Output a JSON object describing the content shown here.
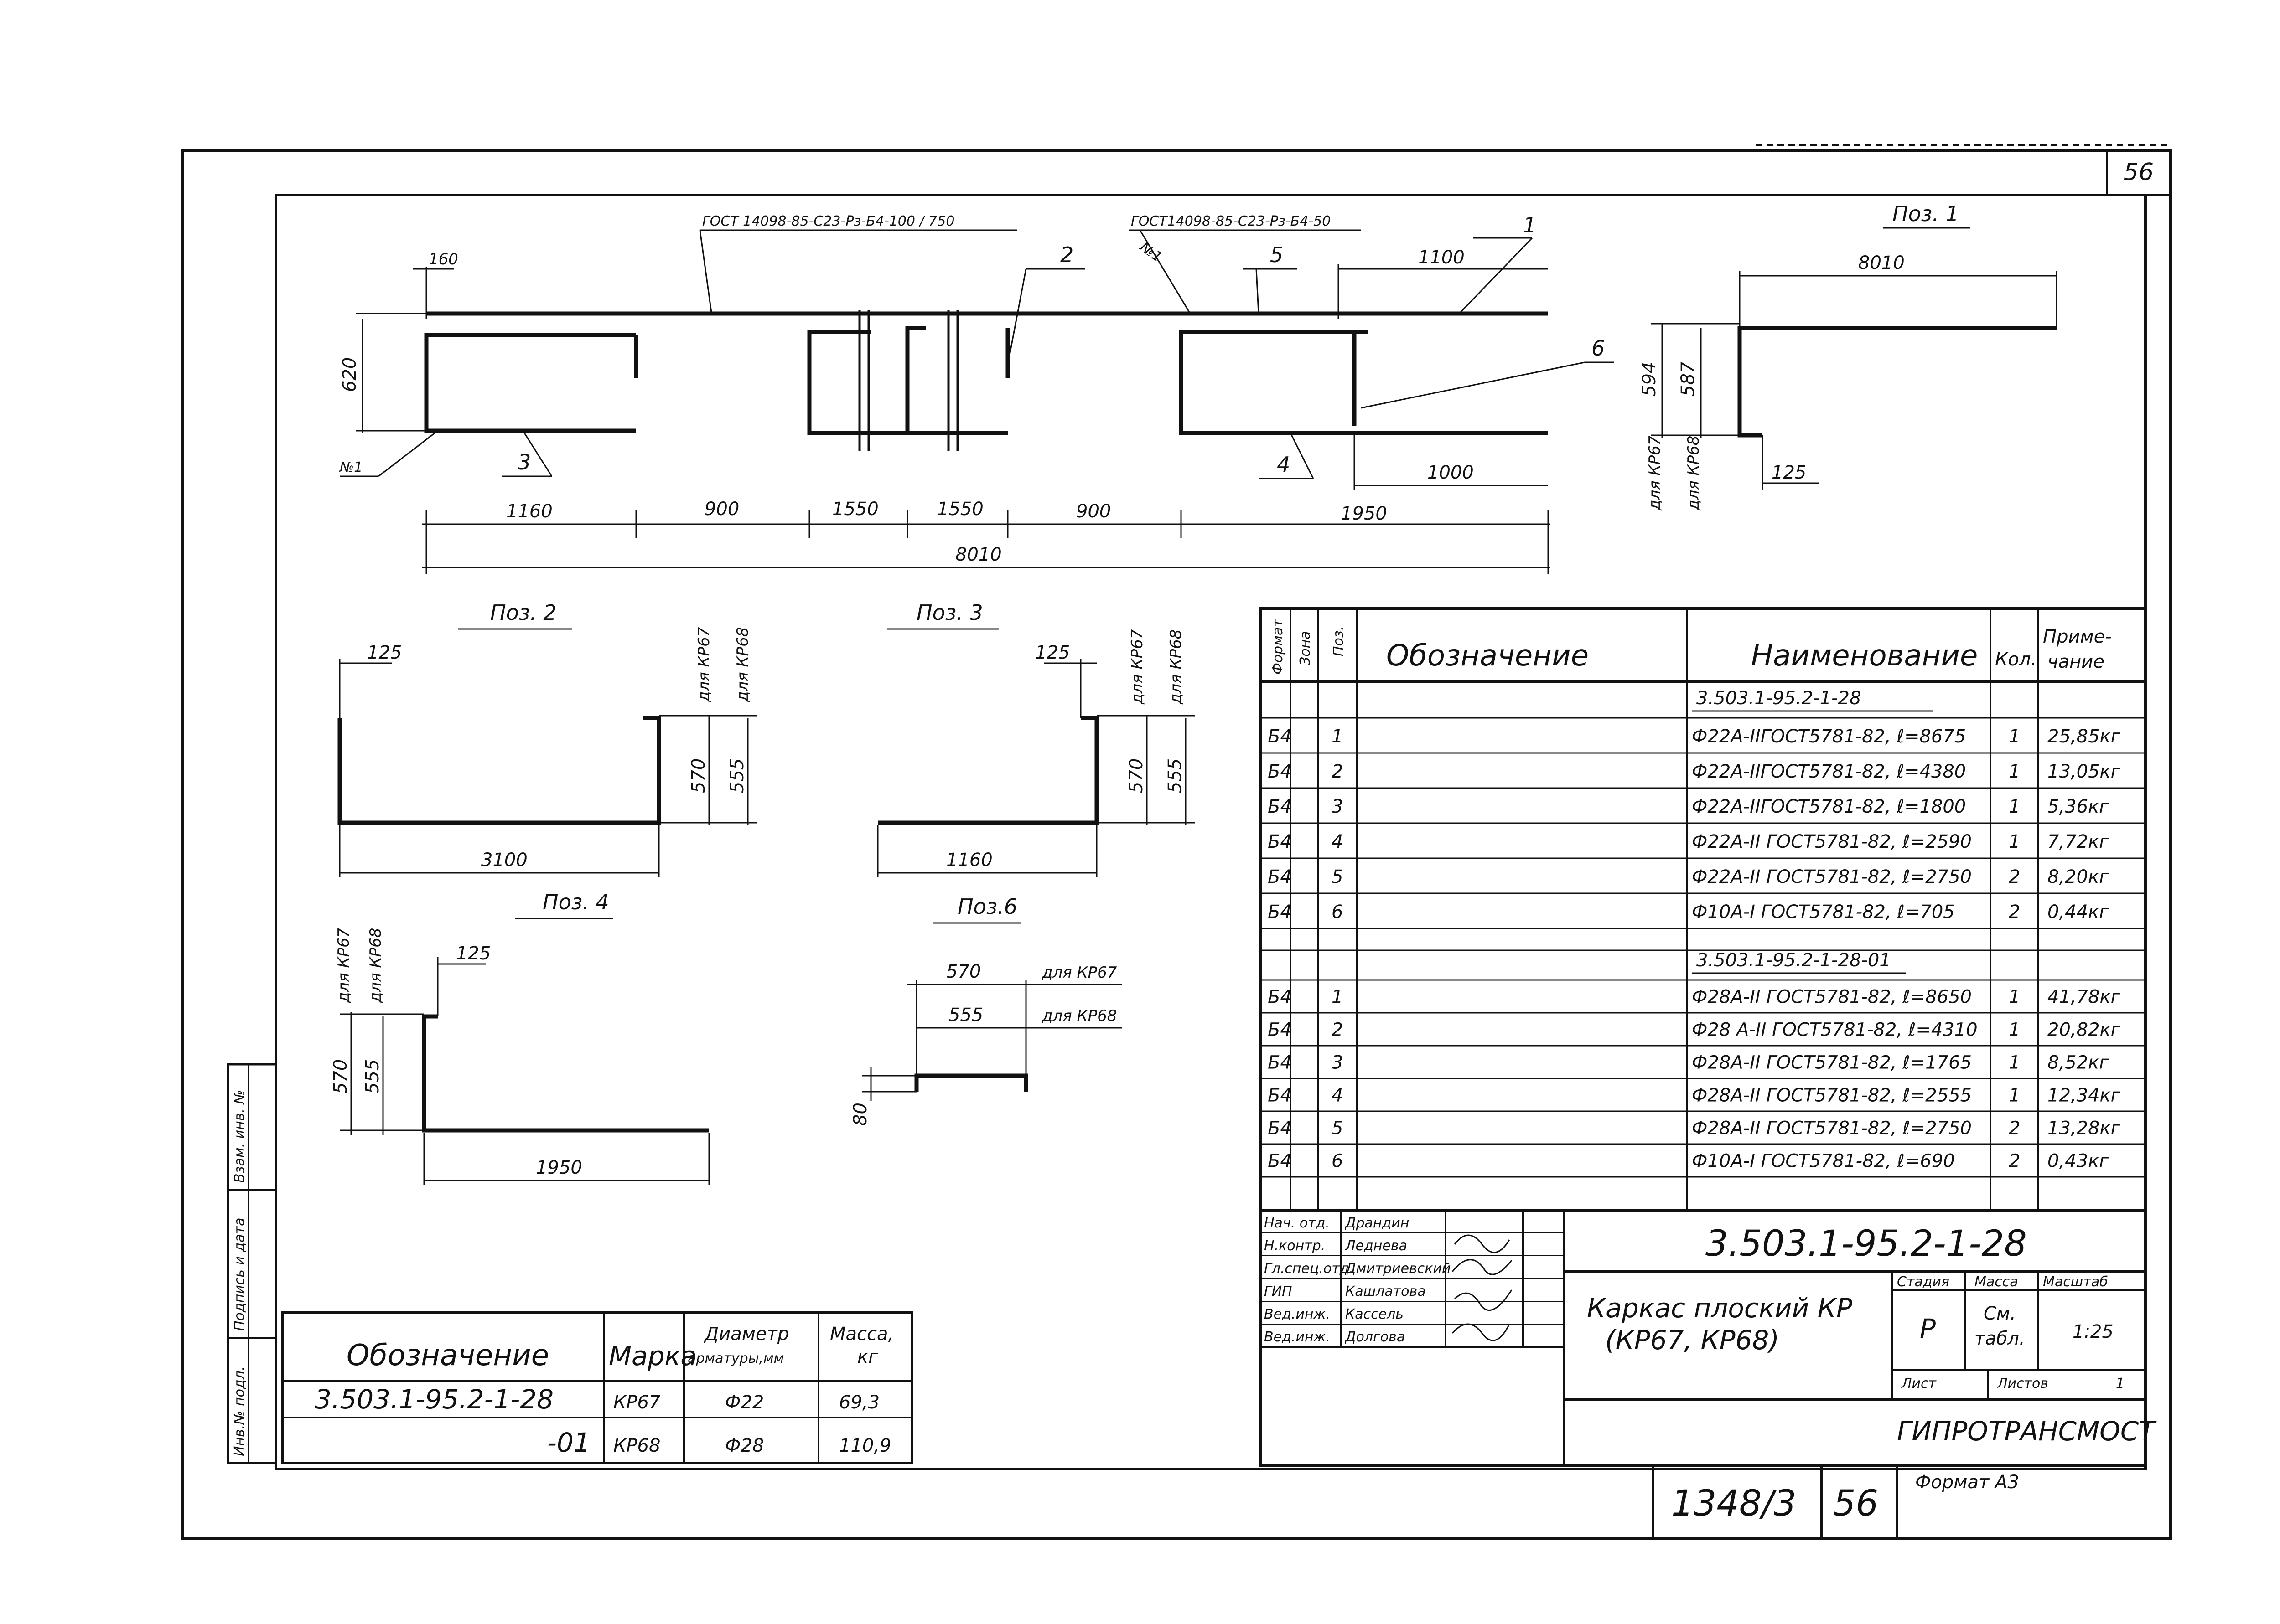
{
  "sheet": {
    "corner_number": "56",
    "bottom_doc": "1348/3",
    "bottom_sheet": "56",
    "format": "Формат А3"
  },
  "callouts": {
    "gost_left": "ГОСТ 14098-85-С23-Рз-Б4-100 / 750",
    "gost_right": "ГОСТ14098-85-С23-Рз-Б4-50",
    "n1_top": "№1",
    "n1_left": "№1",
    "pos1": "1",
    "pos2": "2",
    "pos3": "3",
    "pos4": "4",
    "pos5": "5",
    "pos6": "6"
  },
  "main_view": {
    "dims": {
      "d160": "160",
      "d620": "620",
      "d1100": "1100",
      "d1000": "1000",
      "d1160": "1160",
      "d900a": "900",
      "d1550a": "1550",
      "d1550b": "1550",
      "d900b": "900",
      "d1950": "1950",
      "d8010": "8010"
    }
  },
  "pos1_view": {
    "title": "Поз. 1",
    "d8010": "8010",
    "d594": "594",
    "d587": "587",
    "d125": "125",
    "for67": "для КР67",
    "for68": "для КР68"
  },
  "pos2_view": {
    "title": "Поз. 2",
    "d125": "125",
    "d570": "570",
    "d555": "555",
    "d3100": "3100",
    "for67": "для КР67",
    "for68": "для КР68"
  },
  "pos3_view": {
    "title": "Поз. 3",
    "d125": "125",
    "d570": "570",
    "d555": "555",
    "d1160": "1160",
    "for67": "для КР67",
    "for68": "для КР68"
  },
  "pos4_view": {
    "title": "Поз. 4",
    "d125": "125",
    "d570": "570",
    "d555": "555",
    "d1950": "1950",
    "for67": "для КР67",
    "for68": "для КР68"
  },
  "pos6_view": {
    "title": "Поз.6",
    "d570": "570",
    "d555": "555",
    "d80": "80",
    "for67": "для КР67",
    "for68": "для КР68"
  },
  "spec_table": {
    "headers": {
      "format": "Формат",
      "zone": "Зона",
      "pos": "Поз.",
      "designation": "Обозначение",
      "name": "Наименование",
      "qty": "Кол.",
      "note_1": "Приме-",
      "note_2": "чание"
    },
    "group1_title": "3.503.1-95.2-1-28",
    "group1_rows": [
      {
        "format": "Б4",
        "pos": "1",
        "name": "Ф22А-IIГОСТ5781-82, ℓ=8675",
        "qty": "1",
        "note": "25,85кг"
      },
      {
        "format": "Б4",
        "pos": "2",
        "name": "Ф22А-IIГОСТ5781-82, ℓ=4380",
        "qty": "1",
        "note": "13,05кг"
      },
      {
        "format": "Б4",
        "pos": "3",
        "name": "Ф22А-IIГОСТ5781-82, ℓ=1800",
        "qty": "1",
        "note": "5,36кг"
      },
      {
        "format": "Б4",
        "pos": "4",
        "name": "Ф22А-II ГОСТ5781-82, ℓ=2590",
        "qty": "1",
        "note": "7,72кг"
      },
      {
        "format": "Б4",
        "pos": "5",
        "name": "Ф22А-II ГОСТ5781-82, ℓ=2750",
        "qty": "2",
        "note": "8,20кг"
      },
      {
        "format": "Б4",
        "pos": "6",
        "name": "Ф10А-I ГОСТ5781-82, ℓ=705",
        "qty": "2",
        "note": "0,44кг"
      }
    ],
    "group2_title": "3.503.1-95.2-1-28-01",
    "group2_rows": [
      {
        "format": "Б4",
        "pos": "1",
        "name": "Ф28А-II ГОСТ5781-82, ℓ=8650",
        "qty": "1",
        "note": "41,78кг"
      },
      {
        "format": "Б4",
        "pos": "2",
        "name": "Ф28 А-II ГОСТ5781-82, ℓ=4310",
        "qty": "1",
        "note": "20,82кг"
      },
      {
        "format": "Б4",
        "pos": "3",
        "name": "Ф28А-II ГОСТ5781-82, ℓ=1765",
        "qty": "1",
        "note": "8,52кг"
      },
      {
        "format": "Б4",
        "pos": "4",
        "name": "Ф28А-II ГОСТ5781-82, ℓ=2555",
        "qty": "1",
        "note": "12,34кг"
      },
      {
        "format": "Б4",
        "pos": "5",
        "name": "Ф28А-II ГОСТ5781-82, ℓ=2750",
        "qty": "2",
        "note": "13,28кг"
      },
      {
        "format": "Б4",
        "pos": "6",
        "name": "Ф10А-I ГОСТ5781-82, ℓ=690",
        "qty": "2",
        "note": "0,43кг"
      }
    ]
  },
  "title_block": {
    "roles": [
      {
        "role": "Нач. отд.",
        "name": "Драндин"
      },
      {
        "role": "Н.контр.",
        "name": "Леднева"
      },
      {
        "role": "Гл.спец.отд.",
        "name": "Дмитриевский"
      },
      {
        "role": "ГИП",
        "name": "Кашлатова"
      },
      {
        "role": "Вед.инж.",
        "name": "Кассель"
      },
      {
        "role": "Вед.инж.",
        "name": "Долгова"
      }
    ],
    "code": "3.503.1-95.2-1-28",
    "title_line1": "Каркас плоский КР",
    "title_line2": "(КР67, КР68)",
    "stage_label": "Стадия",
    "mass_label": "Масса",
    "scale_label": "Масштаб",
    "stage_value": "Р",
    "mass_value_1": "См.",
    "mass_value_2": "табл.",
    "scale_value": "1:25",
    "sheet_label": "Лист",
    "sheets_label": "Листов",
    "sheets_value": "1",
    "org": "ГИПРОТРАНСМОСТ"
  },
  "mass_table": {
    "headers": {
      "designation": "Обозначение",
      "mark": "Марка",
      "diam_1": "Диаметр",
      "diam_2": "арматуры,мм",
      "mass_1": "Масса,",
      "mass_2": "кг"
    },
    "rows": [
      {
        "designation": "3.503.1-95.2-1-28",
        "mark": "КР67",
        "diameter": "Ф22",
        "mass": "69,3"
      },
      {
        "designation": "-01",
        "mark": "КР68",
        "diameter": "Ф28",
        "mass": "110,9"
      }
    ]
  },
  "side_stamp": {
    "inv": "Инв.№ подл.",
    "sign": "Подпись и дата",
    "replace": "Взам. инв. №"
  }
}
